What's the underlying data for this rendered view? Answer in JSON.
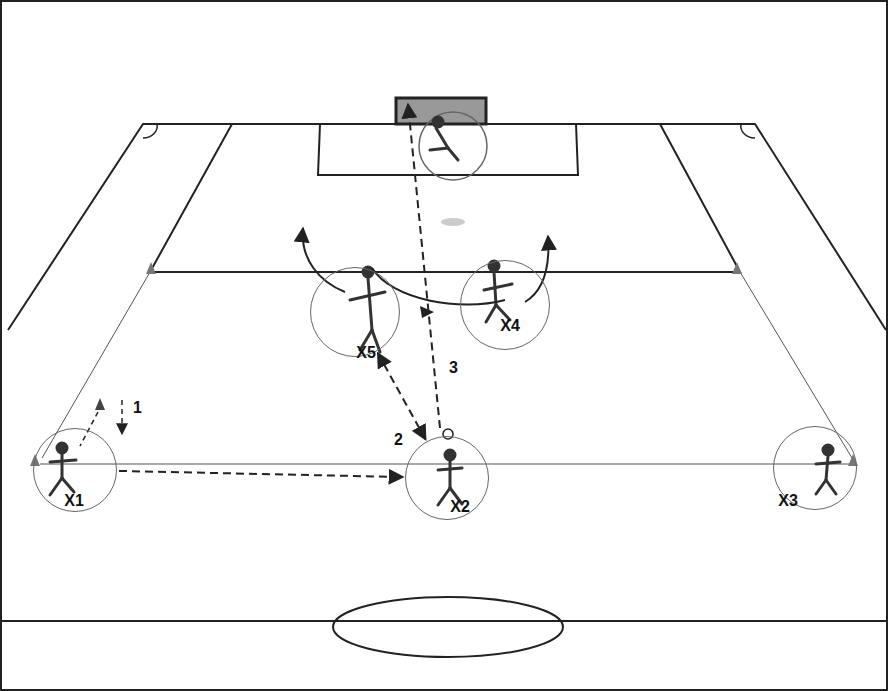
{
  "diagram": {
    "nodes": [
      {
        "text": [
          "X5"
        ]
      },
      {
        "text": [
          "X4"
        ]
      },
      {
        "text": [
          "X1"
        ]
      },
      {
        "text": [
          "X2"
        ]
      },
      {
        "text": [
          "X3"
        ]
      }
    ],
    "edges": [
      {
        "from": 2,
        "to": 3,
        "arrow": "to"
      },
      {
        "from": 3,
        "to": 0,
        "arrow": "both"
      }
    ],
    "labels": [
      "1",
      "2",
      "3"
    ]
  }
}
